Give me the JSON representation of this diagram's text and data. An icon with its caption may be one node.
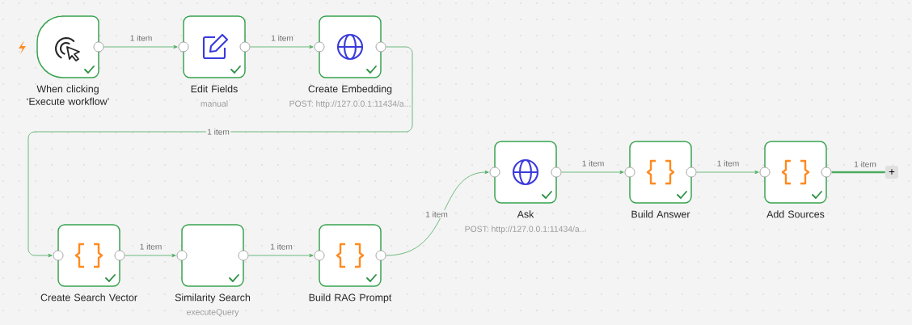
{
  "diagram": {
    "nodes": [
      {
        "text": [
          "When clicking ‘Execute workflow’"
        ]
      },
      {
        "text": [
          "Edit Fields"
        ],
        "beside": [
          "manual"
        ]
      },
      {
        "text": [
          "Create Embedding"
        ],
        "beside": [
          "POST: http://127.0.0.1:11434/a..."
        ]
      },
      {
        "text": [
          "Create Search Vector"
        ]
      },
      {
        "text": [
          "Similarity Search"
        ],
        "beside": [
          "executeQuery"
        ]
      },
      {
        "text": [
          "Build RAG Prompt"
        ]
      },
      {
        "text": [
          "Ask"
        ],
        "beside": [
          "POST: http://127.0.0.1:11434/a..."
        ]
      },
      {
        "text": [
          "Build Answer"
        ]
      },
      {
        "text": [
          "Add Sources"
        ]
      },
      {
        "text": [
          "+"
        ]
      }
    ],
    "edges": [
      {
        "from": 0,
        "to": 1,
        "arrow": "to",
        "label": "1 item"
      },
      {
        "from": 1,
        "to": 2,
        "arrow": "to",
        "label": "1 item"
      },
      {
        "from": 2,
        "to": 3,
        "arrow": "to",
        "label": "1 item"
      },
      {
        "from": 3,
        "to": 4,
        "arrow": "to",
        "label": "1 item"
      },
      {
        "from": 4,
        "to": 5,
        "arrow": "to",
        "label": "1 item"
      },
      {
        "from": 5,
        "to": 6,
        "arrow": "to",
        "label": "1 item"
      },
      {
        "from": 6,
        "to": 7,
        "arrow": "to",
        "label": "1 item"
      },
      {
        "from": 7,
        "to": 8,
        "arrow": "to",
        "label": "1 item"
      },
      {
        "from": 8,
        "to": 9,
        "arrow": "none",
        "label": "1 item",
        "style": "thick"
      }
    ]
  }
}
